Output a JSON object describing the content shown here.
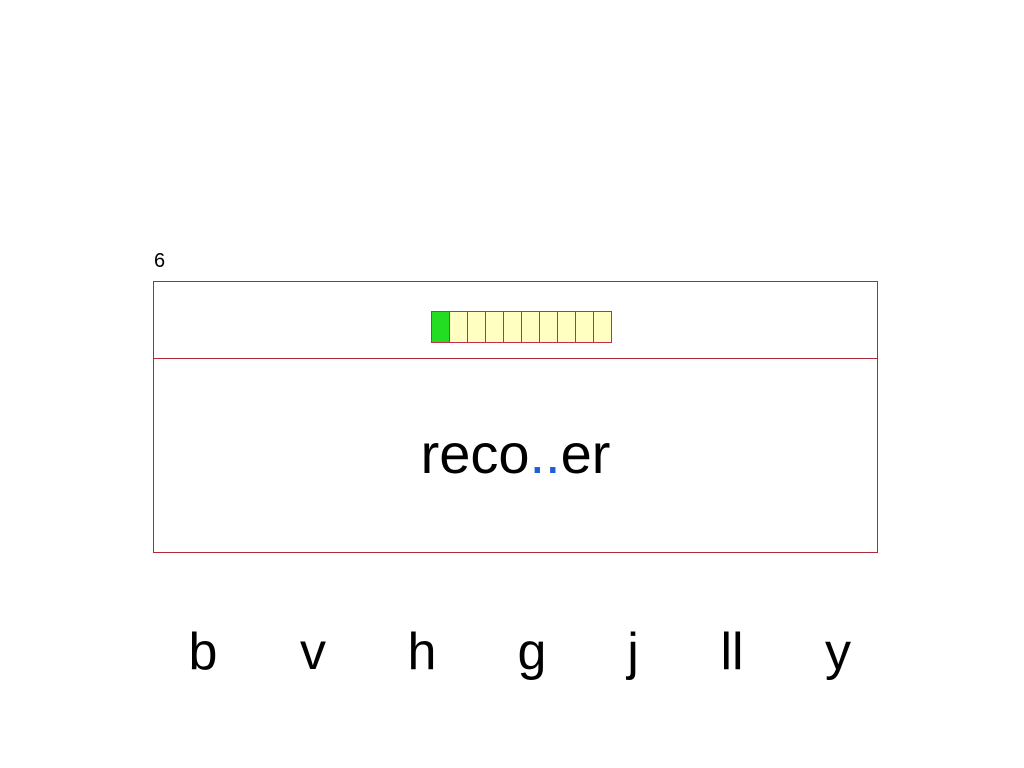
{
  "slide_number": "6",
  "progress": {
    "total": 10,
    "completed": 1,
    "colors": {
      "completed": "#22dd22",
      "pending": "#ffffc2",
      "border": "#c0304a"
    }
  },
  "word": {
    "prefix": "reco",
    "gap": "..",
    "suffix": "er",
    "gap_color": "#1f5fd6"
  },
  "options": [
    {
      "id": "b",
      "label": "b"
    },
    {
      "id": "v",
      "label": "v"
    },
    {
      "id": "h",
      "label": "h"
    },
    {
      "id": "g",
      "label": "g"
    },
    {
      "id": "j",
      "label": "j"
    },
    {
      "id": "ll",
      "label": "ll"
    },
    {
      "id": "y",
      "label": "y"
    }
  ],
  "frame_color": "#b0283a"
}
